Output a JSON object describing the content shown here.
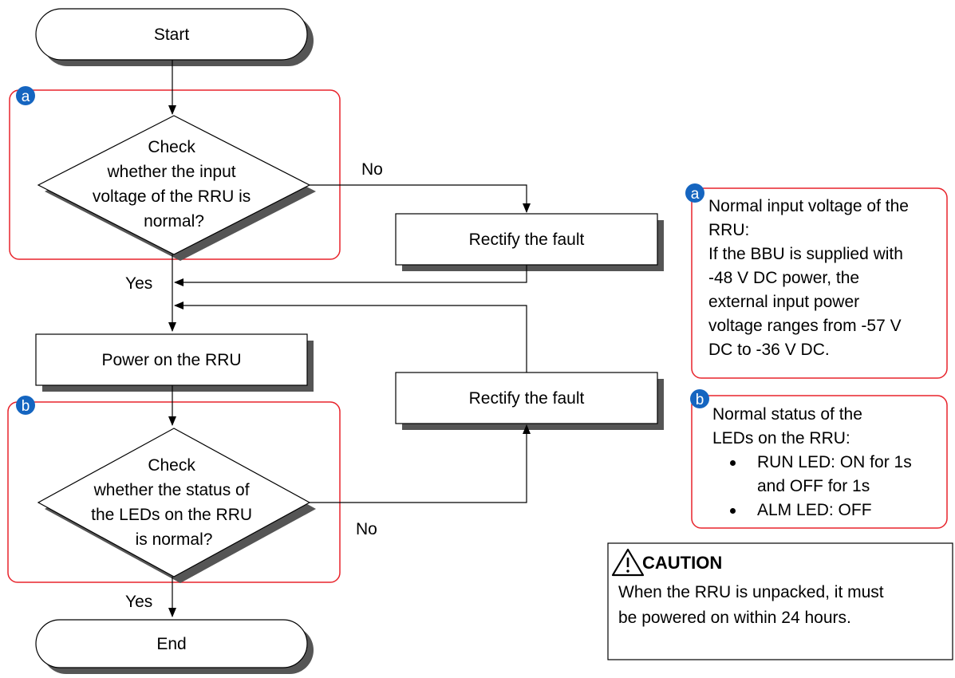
{
  "nodes": {
    "start": "Start",
    "check_voltage": [
      "Check",
      "whether the input",
      "voltage of the RRU is",
      "normal?"
    ],
    "rectify_fault_1": "Rectify the fault",
    "power_on": "Power on the RRU",
    "rectify_fault_2": "Rectify the fault",
    "check_leds": [
      "Check",
      "whether the status of",
      "the LEDs on the RRU",
      "is normal?"
    ],
    "end": "End"
  },
  "edge_labels": {
    "voltage_no": "No",
    "voltage_yes": "Yes",
    "leds_no": "No",
    "leds_yes": "Yes"
  },
  "markers": {
    "a": "a",
    "b": "b"
  },
  "notes": {
    "a": {
      "marker": "a",
      "lines": [
        "Normal input voltage of the",
        "RRU:",
        "If the BBU is supplied with",
        "-48 V DC power, the",
        "external input power",
        "voltage ranges from -57 V",
        "DC to -36 V DC."
      ]
    },
    "b": {
      "marker": "b",
      "lines": [
        "Normal status of the",
        "LEDs on the RRU:"
      ],
      "bullets": [
        [
          "RUN LED: ON for 1s",
          "and OFF for 1s"
        ],
        [
          "ALM LED: OFF"
        ]
      ]
    }
  },
  "caution": {
    "title": "CAUTION",
    "lines": [
      "When the RRU is unpacked, it must",
      "be powered on within 24 hours."
    ]
  },
  "colors": {
    "group_border": "#e8232b",
    "marker_fill": "#1565c0",
    "shadow": "#555555"
  }
}
